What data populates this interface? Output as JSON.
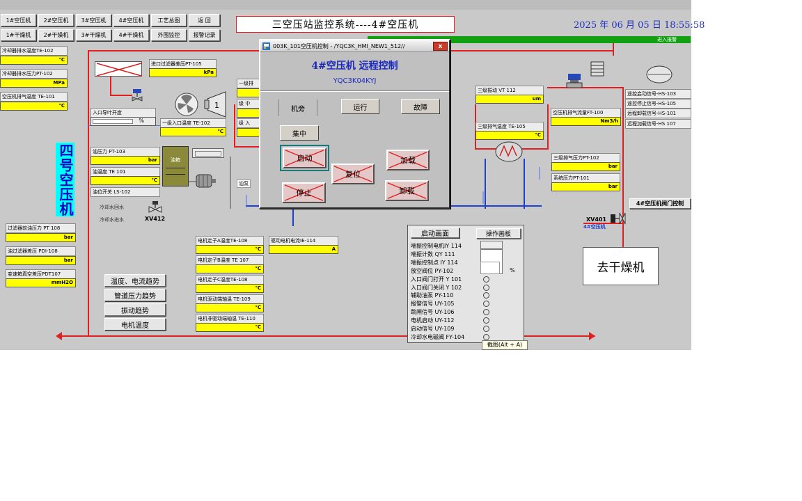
{
  "nav": {
    "row1": [
      "1#空压机",
      "2#空压机",
      "3#空压机",
      "4#空压机",
      "工艺总图",
      "返 回"
    ],
    "row2": [
      "1#干燥机",
      "2#干燥机",
      "3#干燥机",
      "4#干燥机",
      "外围监控",
      "报警记录"
    ]
  },
  "header": {
    "title": "三空压站监控系统----4#空压机",
    "datetime": "2025 年 06 月 05 日 18:55:58",
    "status_bar": "进入报警"
  },
  "left_panel": {
    "big_title": "四号空压机",
    "tags": [
      {
        "label": "冷却器排水温度TE-102",
        "value": "℃"
      },
      {
        "label": "冷却器排水压力PT-102",
        "value": "MPa"
      },
      {
        "label": "空压机排气温度 TE-101",
        "value": "℃"
      }
    ],
    "lower_tags": [
      {
        "label": "过滤器前油压力 PT 108",
        "value": "bar"
      },
      {
        "label": "油过滤器差压 PDI-108",
        "value": "bar"
      },
      {
        "label": "变速箱真空差压PDT107",
        "value": "mmH2O"
      }
    ]
  },
  "process": {
    "inlet_filter_dp": {
      "label": "进口过滤器差压PT-105",
      "value": "kPa"
    },
    "inlet_valve_pos": {
      "label": "入口导叶开度",
      "value": "%"
    },
    "stage1_inlet_temp": {
      "label": "一级入口温度 TE-102",
      "value": "℃"
    },
    "oil_pressure": {
      "label": "油压力 PT-103",
      "value": "bar"
    },
    "oil_temp": {
      "label": "油温度 TE 101",
      "value": "℃"
    },
    "oil_level": {
      "label": "油位开关 LS-102"
    },
    "oil_tank": "油箱",
    "oil_pump": "油泵",
    "cooling_in": "冷却水回水",
    "cooling_out": "冷却水进水",
    "valve_xv412": "XV412",
    "stage_num": "1",
    "hidden_rows": [
      "一级排",
      "级 中",
      "级 入"
    ],
    "stage3_vib": {
      "label": "三级振动 VT 112",
      "value": "um"
    },
    "stage3_temp": {
      "label": "三级排气温度 TE-105",
      "value": "℃"
    },
    "airflow": {
      "label": "空压机排气流量FT-100",
      "value": "Nm3/h"
    },
    "stage3_press": {
      "label": "三级排气压力PT-102",
      "value": "bar"
    },
    "sys_press": {
      "label": "系统压力PT-101",
      "value": "bar"
    },
    "valve_xv401": "XV401",
    "valve_xv401_sub": "4#空压机",
    "right_signals": [
      "遥控启动信号-HS-103",
      "遥控停止信号-HS-105",
      "远程卸载信号-HS-101",
      "远程加载信号-HS 107"
    ],
    "valve_control_button": "4#空压机阀门控制",
    "dryer": "去干燥机"
  },
  "motor": {
    "tags": [
      {
        "label": "电机定子A温度TE-108",
        "value": "℃"
      },
      {
        "label": "电机定子B温度 TE 107",
        "value": "℃"
      },
      {
        "label": "电机定子C温度TE-108",
        "value": "℃"
      },
      {
        "label": "电机驱动端轴温 TE-109",
        "value": "℃"
      },
      {
        "label": "电机非驱动端轴温 TE-110",
        "value": "℃"
      }
    ],
    "current": {
      "label": "驱动电机电流IE-114",
      "value": "A"
    }
  },
  "trend_buttons": [
    "温度、电流趋势",
    "管道压力趋势",
    "振动趋势",
    "电机温度"
  ],
  "status_panel": {
    "tab1": "启动画面",
    "tab2": "操作画板",
    "rows": [
      "喘振控制电机IY 114",
      "喘振计数 QY 111",
      "喘振控制点 IY 114",
      "放空阀位 PY-102",
      "入口阀门打开 Y 101",
      "入口阀门关闭 Y 102",
      "辅助油泵 PY-110",
      "报警信号 UY-105",
      "跳闸信号 UY-106",
      "电机启动 UY-112",
      "启动信号 UY-109",
      "冷却水电磁阀 FY-104"
    ],
    "unit": "%"
  },
  "dialog": {
    "title": "003K_101空压机控制 - /YQC3K_HMI_NEW1_512//",
    "close_label": "x",
    "heading": "4#空压机  远程控制",
    "subheading": "YQC3K04KYJ",
    "mode_local": "机旁",
    "run": "运行",
    "fault": "故障",
    "mode_remote": "集中",
    "start": "启动",
    "stop": "停止",
    "reset": "复位",
    "load": "加载",
    "unload": "卸载"
  },
  "tooltip": "截图(Alt + A)"
}
